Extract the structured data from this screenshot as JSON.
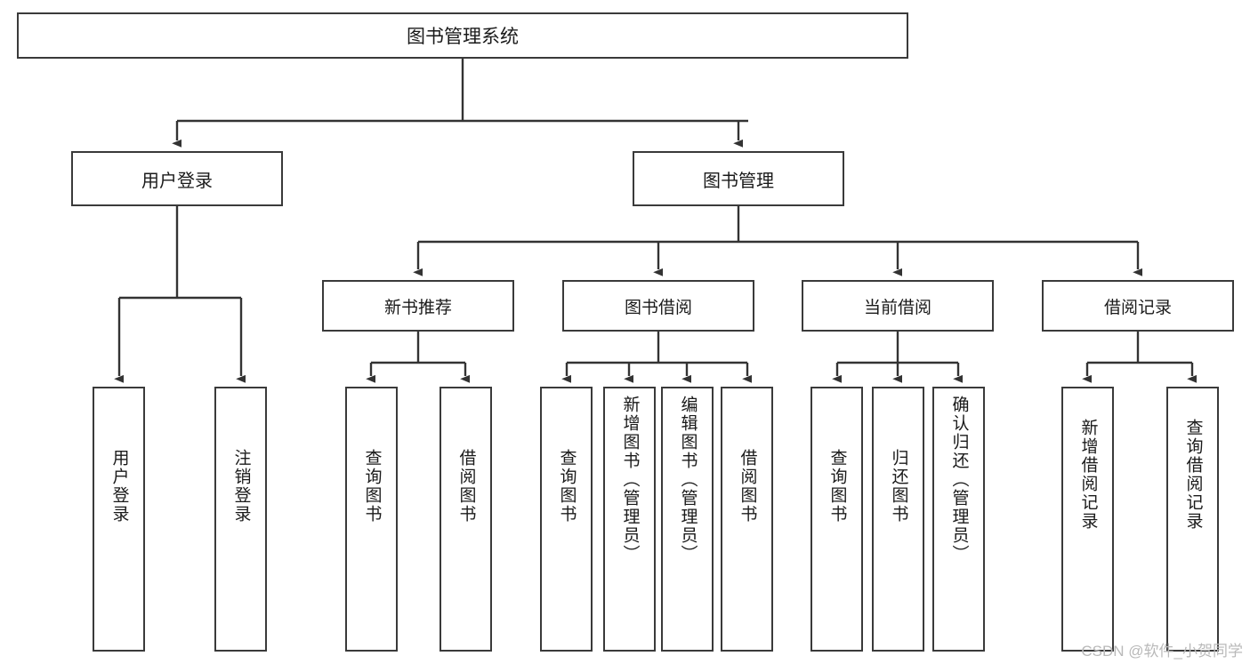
{
  "diagram": {
    "type": "tree-hierarchy",
    "title": "图书管理系统",
    "watermark": "CSDN @软件_小贺同学",
    "colors": {
      "box_border": "#3a3a3a",
      "box_fill": "#ffffff",
      "connector": "#333333",
      "text": "#1a1a1a",
      "watermark": "#b9b9b9"
    },
    "root": {
      "id": "root",
      "label": "图书管理系统"
    },
    "level1": [
      {
        "id": "user-login",
        "label": "用户登录"
      },
      {
        "id": "book-manage",
        "label": "图书管理"
      }
    ],
    "level2": [
      {
        "id": "new-book-rec",
        "label": "新书推荐",
        "parent": "book-manage"
      },
      {
        "id": "book-borrow",
        "label": "图书借阅",
        "parent": "book-manage"
      },
      {
        "id": "current-borrow",
        "label": "当前借阅",
        "parent": "book-manage"
      },
      {
        "id": "borrow-record",
        "label": "借阅记录",
        "parent": "book-manage"
      }
    ],
    "leaves": {
      "user-login": [
        {
          "id": "leaf-user-login",
          "label": "用户登录"
        },
        {
          "id": "leaf-user-logout",
          "label": "注销登录"
        }
      ],
      "new-book-rec": [
        {
          "id": "leaf-query-book-1",
          "label": "查询图书"
        },
        {
          "id": "leaf-borrow-book-1",
          "label": "借阅图书"
        }
      ],
      "book-borrow": [
        {
          "id": "leaf-query-book-2",
          "label": "查询图书"
        },
        {
          "id": "leaf-add-book",
          "label": "新增图书（管理员）"
        },
        {
          "id": "leaf-edit-book",
          "label": "编辑图书（管理员）"
        },
        {
          "id": "leaf-borrow-book-2",
          "label": "借阅图书"
        }
      ],
      "current-borrow": [
        {
          "id": "leaf-query-book-3",
          "label": "查询图书"
        },
        {
          "id": "leaf-return-book",
          "label": "归还图书"
        },
        {
          "id": "leaf-confirm-return",
          "label": "确认归还（管理员）"
        }
      ],
      "borrow-record": [
        {
          "id": "leaf-add-record",
          "label": "新增借阅记录"
        },
        {
          "id": "leaf-query-record",
          "label": "查询借阅记录"
        }
      ]
    }
  }
}
